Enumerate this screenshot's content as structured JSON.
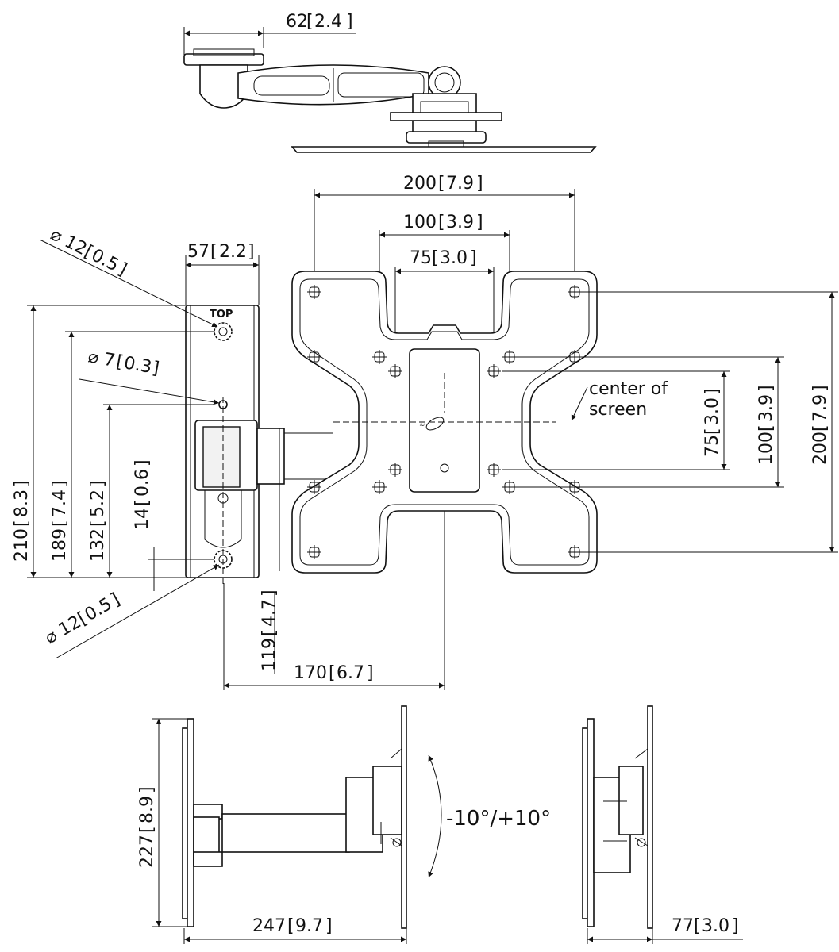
{
  "dimensions": {
    "top_arm_depth": "62",
    "top_arm_depth_in": "2.4",
    "vesa_max_width": "200",
    "vesa_max_width_in": "7.9",
    "vesa_mid_width": "100",
    "vesa_mid_width_in": "3.9",
    "vesa_min_width": "75",
    "vesa_min_width_in": "3.0",
    "wall_plate_width": "57",
    "wall_plate_width_in": "2.2",
    "hole_top_dia": "12",
    "hole_top_dia_in": "0.5",
    "hole_small_dia": "7",
    "hole_small_dia_in": "0.3",
    "hole_bottom_dia": "12",
    "hole_bottom_dia_in": "0.5",
    "wall_plate_height": "210",
    "wall_plate_height_in": "8.3",
    "hole_spacing": "189",
    "hole_spacing_in": "7.4",
    "pivot_height": "132",
    "pivot_height_in": "5.2",
    "hole_offset": "14",
    "hole_offset_in": "0.6",
    "center_height": "119",
    "center_height_in": "4.7",
    "center_offset": "170",
    "center_offset_in": "6.7",
    "vesa_min_height": "75",
    "vesa_min_height_in": "3.0",
    "vesa_mid_height": "100",
    "vesa_mid_height_in": "3.9",
    "vesa_max_height": "200",
    "vesa_max_height_in": "7.9",
    "side_height": "227",
    "side_height_in": "8.9",
    "max_depth": "247",
    "max_depth_in": "9.7",
    "min_depth": "77",
    "min_depth_in": "3.0"
  },
  "labels": {
    "top_mark": "TOP",
    "center_line1": "center of",
    "center_line2": "screen",
    "tilt_range": "-10°/+10°",
    "diameter_symbol": "⌀"
  },
  "colors": {
    "line": "#111111",
    "background": "#ffffff"
  }
}
